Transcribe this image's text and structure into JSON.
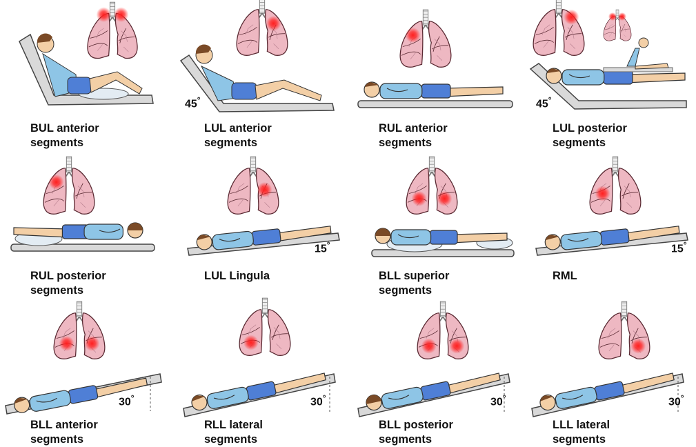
{
  "colors": {
    "skin": "#f3cfa6",
    "hair": "#7a4a26",
    "shirt": "#8ec5e6",
    "shorts": "#4f7fd6",
    "lung_fill": "#eeb8c2",
    "lung_stroke": "#5a2a33",
    "hotspot": "#ff2020",
    "bed_fill": "#d9d9d9",
    "pillow": "#e3ecf3"
  },
  "positions": [
    {
      "line1": "BUL anterior",
      "line2": "segments",
      "angle": "",
      "posture": "recline-high",
      "lungs": "small-top",
      "spots": [
        "lapex",
        "rapex"
      ],
      "extra": false
    },
    {
      "line1": "LUL anterior",
      "line2": "segments",
      "angle": "45",
      "posture": "recline-45",
      "lungs": "top",
      "spots": [
        "lmid-upper"
      ],
      "extra": false
    },
    {
      "line1": "RUL anterior",
      "line2": "segments",
      "angle": "",
      "posture": "supine-flat",
      "lungs": "top",
      "spots": [
        "rmid-upper"
      ],
      "extra": false
    },
    {
      "line1": "LUL posterior",
      "line2": "segments",
      "angle": "45",
      "posture": "side-45",
      "lungs": "top",
      "spots": [
        "lupper"
      ],
      "extra": true
    },
    {
      "line1": "RUL posterior",
      "line2": "segments",
      "angle": "",
      "posture": "prone-flat",
      "lungs": "top",
      "spots": [
        "rmid-upper"
      ],
      "extra": false
    },
    {
      "line1": "LUL Lingula",
      "line2": "",
      "angle": "15",
      "posture": "supine-tilt",
      "lungs": "top",
      "spots": [
        "lmid"
      ],
      "extra": false
    },
    {
      "line1": "BLL superior",
      "line2": "segments",
      "angle": "",
      "posture": "prone-pillow",
      "lungs": "top",
      "spots": [
        "rlow",
        "llow"
      ],
      "extra": false
    },
    {
      "line1": "RML",
      "line2": "",
      "angle": "15",
      "posture": "supine-tilt-right",
      "lungs": "top",
      "spots": [
        "rmid"
      ],
      "extra": false
    },
    {
      "line1": "BLL anterior",
      "line2": "segments",
      "angle": "30",
      "posture": "supine-30",
      "lungs": "top",
      "spots": [
        "rlow",
        "llow"
      ],
      "extra": false
    },
    {
      "line1": "RLL lateral",
      "line2": "segments",
      "angle": "30",
      "posture": "side-30",
      "lungs": "top",
      "spots": [
        "rbase"
      ],
      "extra": false
    },
    {
      "line1": "BLL posterior",
      "line2": "segments",
      "angle": "30",
      "posture": "prone-30",
      "lungs": "top",
      "spots": [
        "rbase",
        "lbase"
      ],
      "extra": false
    },
    {
      "line1": "LLL lateral",
      "line2": "segments",
      "angle": "30",
      "posture": "side-30-left",
      "lungs": "top",
      "spots": [
        "lbase"
      ],
      "extra": false
    }
  ]
}
